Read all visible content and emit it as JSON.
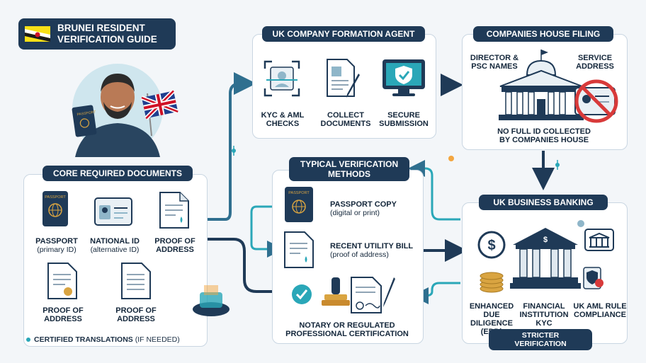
{
  "title": {
    "line1": "BRUNEI RESIDENT",
    "line2": "VERIFICATION GUIDE"
  },
  "core_docs": {
    "header": "CORE REQUIRED DOCUMENTS",
    "items": [
      {
        "label": "PASSPORT",
        "sub": "(primary ID)"
      },
      {
        "label": "NATIONAL ID",
        "sub": "(alternative ID)"
      },
      {
        "label": "PROOF OF",
        "label2": "ADDRESS"
      },
      {
        "label": "PROOF OF",
        "label2": "ADDRESS"
      },
      {
        "label": "PROOF OF",
        "label2": "ADDRESS"
      }
    ],
    "footnote_bold": "CERTIFIED TRANSLATIONS",
    "footnote_rest": " (IF NEEDED)"
  },
  "agent": {
    "header": "UK COMPANY FORMATION AGENT",
    "items": [
      {
        "label": "KYC & AML",
        "label2": "CHECKS"
      },
      {
        "label": "COLLECT",
        "label2": "DOCUMENTS"
      },
      {
        "label": "SECURE",
        "label2": "SUBMISSION"
      }
    ]
  },
  "ch_filing": {
    "header": "COMPANIES HOUSE FILING",
    "left": {
      "label": "DIRECTOR &",
      "label2": "PSC NAMES"
    },
    "right": {
      "label": "SERVICE",
      "label2": "ADDRESS"
    },
    "note1": "NO FULL ID COLLECTED",
    "note2": "BY COMPANIES HOUSE"
  },
  "methods": {
    "header1": "TYPICAL VERIFICATION",
    "header2": "METHODS",
    "items": [
      {
        "label": "PASSPORT COPY",
        "sub": "(digital or print)"
      },
      {
        "label": "RECENT UTILITY BILL",
        "sub": "(proof of address)"
      }
    ],
    "notary1": "NOTARY OR REGULATED",
    "notary2": "PROFESSIONAL CERTIFICATION"
  },
  "banking": {
    "header": "UK BUSINESS BANKING",
    "items": [
      {
        "label": "ENHANCED",
        "label2": "DUE DILIGENCE",
        "label3": "(EDD)"
      },
      {
        "label": "FINANCIAL",
        "label2": "INSTITUTION",
        "label3": "KYC"
      },
      {
        "label": "UK AML RULE",
        "label2": "COMPLIANCE"
      }
    ],
    "footer": "STRICTER VERIFICATION"
  },
  "icon_text": {
    "passport": "PASSPORT"
  },
  "colors": {
    "navy": "#1f3a57",
    "teal": "#2aa7b8",
    "arrow": "#2f6f8f",
    "gold": "#d9a441",
    "red": "#d83a3a"
  }
}
